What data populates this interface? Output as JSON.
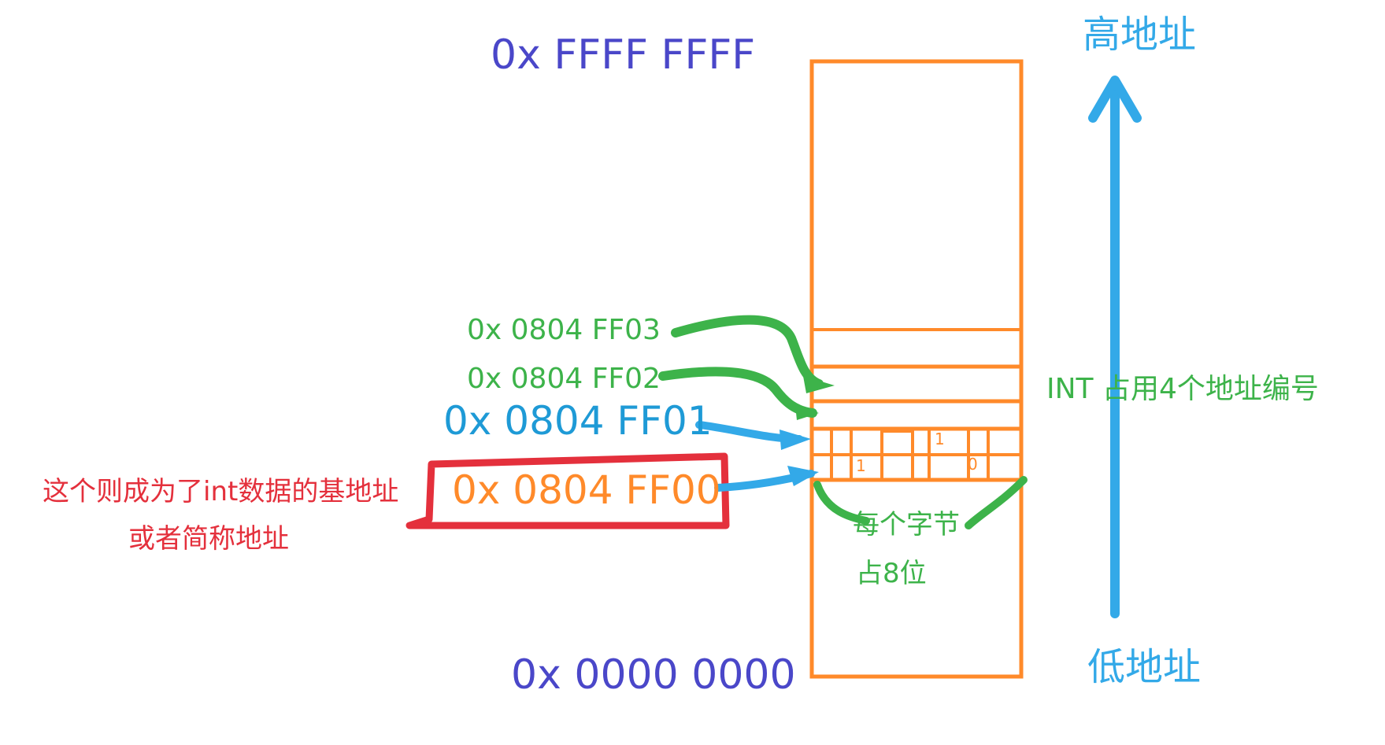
{
  "colors": {
    "indigo": "#4a47c9",
    "green": "#3db34a",
    "blue": "#1e9ad6",
    "orange": "#ff8a2a",
    "red": "#e4303c",
    "sky": "#33a9e8"
  },
  "addresses": {
    "top": "0x FFFF FFFF",
    "bottom": "0x 0000 0000",
    "ff03": "0x 0804 FF03",
    "ff02": "0x 0804 FF02",
    "ff01": "0x 0804 FF01",
    "ff00": "0x 0804 FF00"
  },
  "labels": {
    "high": "高地址",
    "low": "低地址",
    "int_note": "INT 占用4个地址编号",
    "base_note": "这个则成为了int数据的基地址",
    "short_note": "或者简称地址",
    "byte_note": "每个字节",
    "bits_note": "占8位"
  },
  "bits": [
    "1",
    "1",
    "0"
  ]
}
